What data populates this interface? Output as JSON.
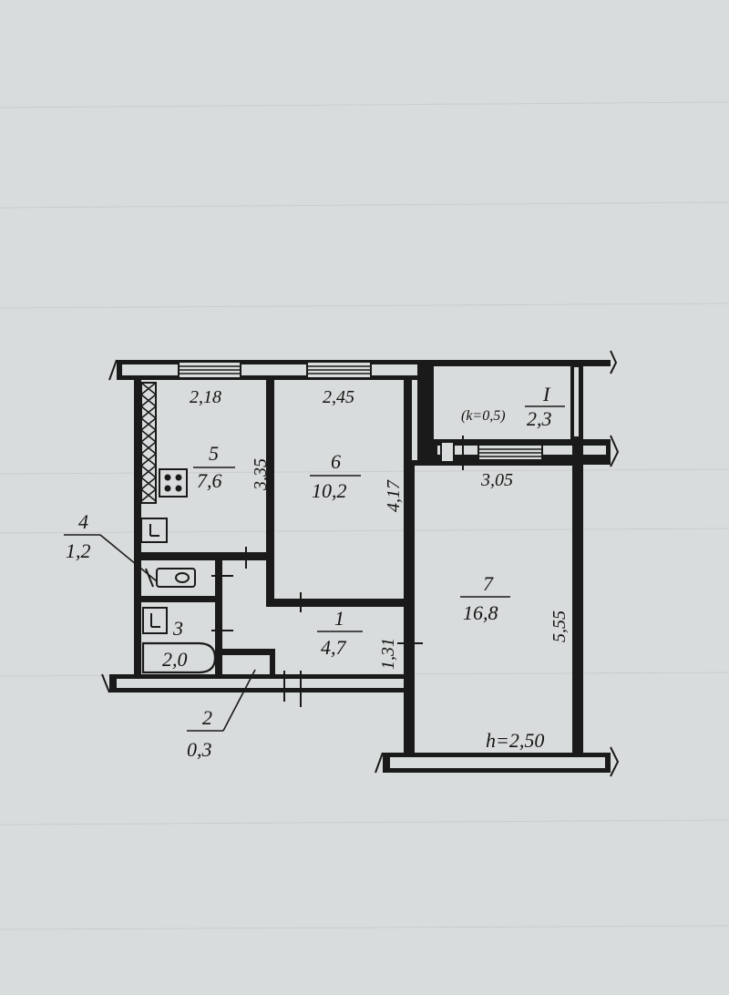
{
  "rooms": {
    "hall": {
      "number": "1",
      "area": "4,7"
    },
    "closet": {
      "number": "2",
      "area": "0,3"
    },
    "bath": {
      "number": "3",
      "area": "2,0"
    },
    "wc": {
      "number": "4",
      "area": "1,2"
    },
    "kitchen": {
      "number": "5",
      "area": "7,6"
    },
    "bedroom": {
      "number": "6",
      "area": "10,2"
    },
    "living": {
      "number": "7",
      "area": "16,8"
    },
    "balcony": {
      "number": "I",
      "coefficient": "(k=0,5)",
      "area": "2,3"
    }
  },
  "dimensions": {
    "kitchen_width": "2,18",
    "kitchen_depth": "3,35",
    "bedroom_width": "2,45",
    "bedroom_depth": "4,17",
    "living_width": "3,05",
    "living_depth": "5,55",
    "hall_width": "1,31"
  },
  "ceiling_height": "h=2,50",
  "colors": {
    "paper": "#d9dcdc",
    "ink": "#1a1a1a"
  }
}
